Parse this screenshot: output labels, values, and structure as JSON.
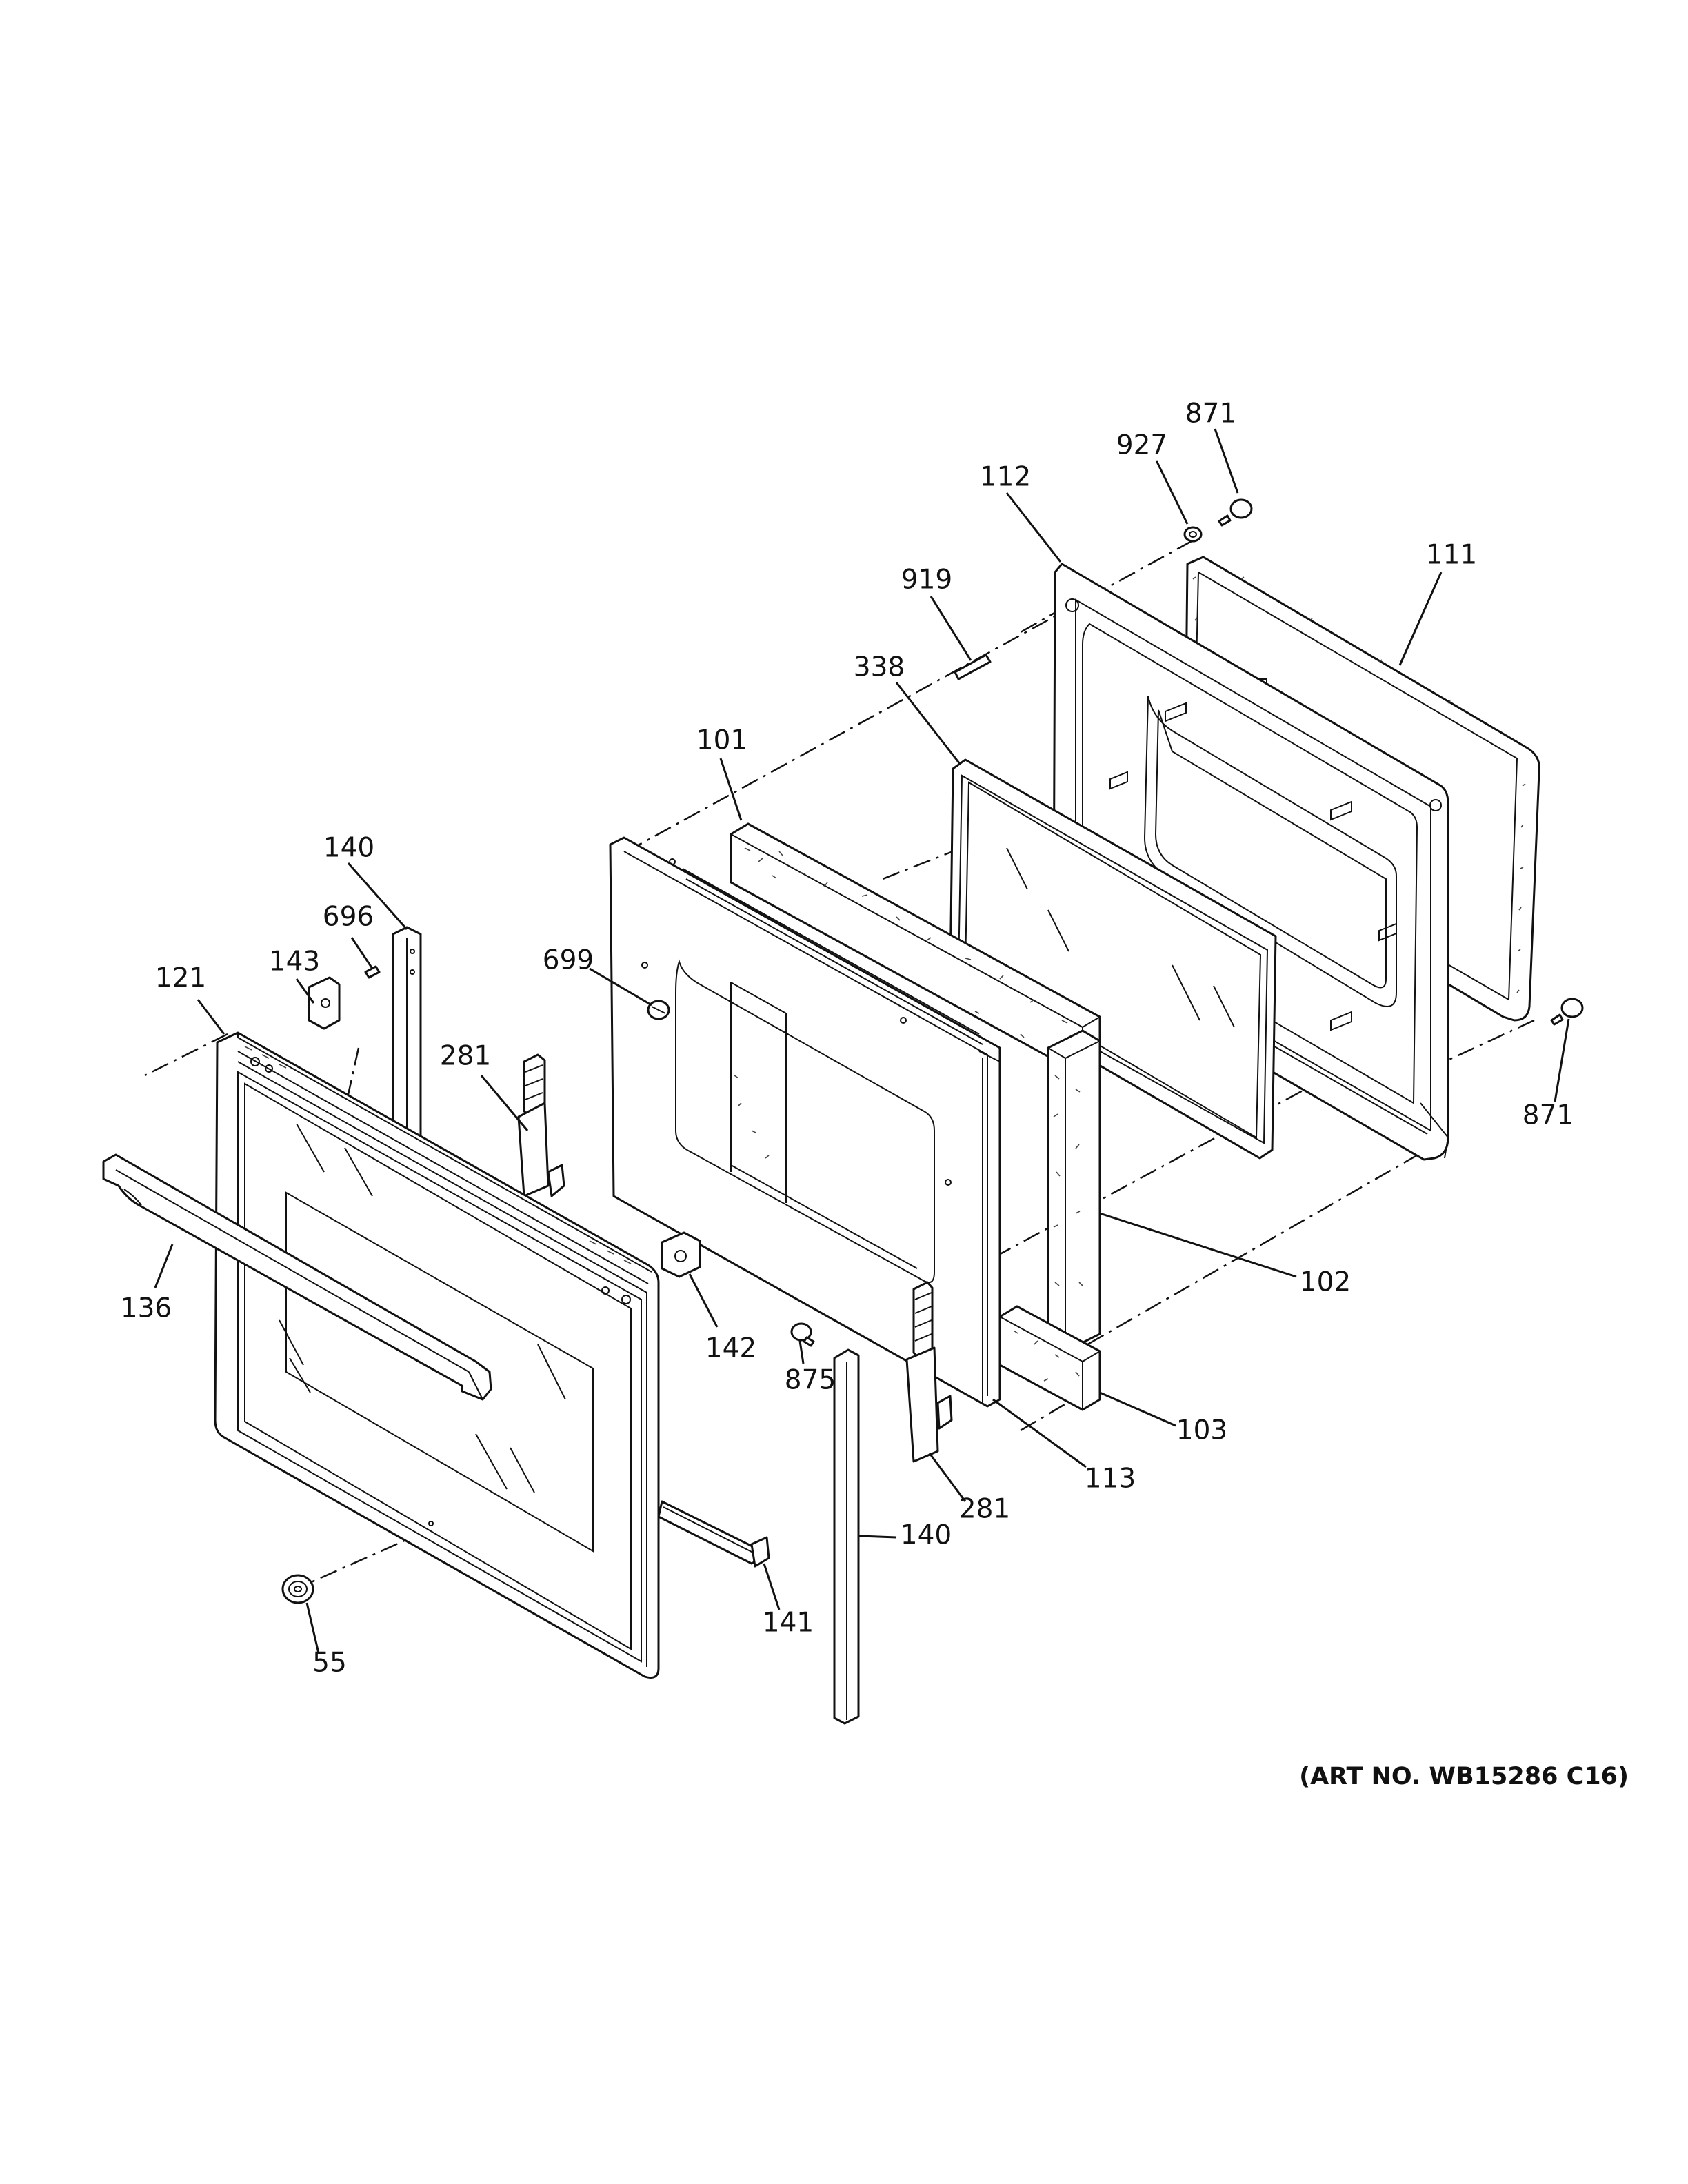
{
  "diagram": {
    "title": "",
    "art_number": "(ART NO. WB15286 C16)",
    "callouts": [
      {
        "id": "c871a",
        "text": "871"
      },
      {
        "id": "c927",
        "text": "927"
      },
      {
        "id": "c112",
        "text": "112"
      },
      {
        "id": "c111",
        "text": "111"
      },
      {
        "id": "c919",
        "text": "919"
      },
      {
        "id": "c338",
        "text": "338"
      },
      {
        "id": "c101",
        "text": "101"
      },
      {
        "id": "c140a",
        "text": "140"
      },
      {
        "id": "c696",
        "text": "696"
      },
      {
        "id": "c143",
        "text": "143"
      },
      {
        "id": "c121",
        "text": "121"
      },
      {
        "id": "c699",
        "text": "699"
      },
      {
        "id": "c281a",
        "text": "281"
      },
      {
        "id": "c136",
        "text": "136"
      },
      {
        "id": "c142",
        "text": "142"
      },
      {
        "id": "c875",
        "text": "875"
      },
      {
        "id": "c871b",
        "text": "871"
      },
      {
        "id": "c102",
        "text": "102"
      },
      {
        "id": "c103",
        "text": "103"
      },
      {
        "id": "c113",
        "text": "113"
      },
      {
        "id": "c281b",
        "text": "281"
      },
      {
        "id": "c140b",
        "text": "140"
      },
      {
        "id": "c141",
        "text": "141"
      },
      {
        "id": "c55",
        "text": "55"
      }
    ]
  }
}
